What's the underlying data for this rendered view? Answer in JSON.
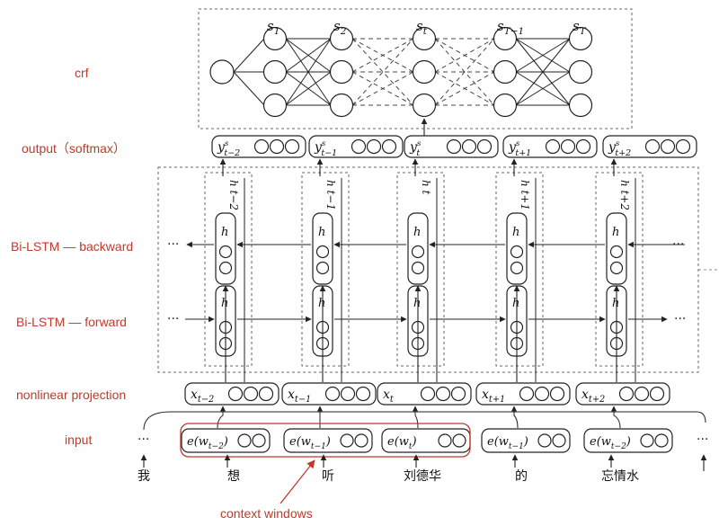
{
  "layers": {
    "crf": "crf",
    "output": "output（softmax）",
    "backward": "Bi-LSTM — backward",
    "forward": "Bi-LSTM — forward",
    "projection": "nonlinear projection",
    "input": "input"
  },
  "crf_states": [
    {
      "base": "s",
      "sub": "1"
    },
    {
      "base": "s",
      "sub": "2"
    },
    {
      "base": "s",
      "sub": "t"
    },
    {
      "base": "s",
      "sub": "T−1"
    },
    {
      "base": "s",
      "sub": "T"
    }
  ],
  "output_labels": [
    {
      "base": "y",
      "sup": "s",
      "sub": "t−2"
    },
    {
      "base": "y",
      "sup": "s",
      "sub": "t−1"
    },
    {
      "base": "y",
      "sup": "s",
      "sub": "t"
    },
    {
      "base": "y",
      "sup": "s",
      "sub": "t+1"
    },
    {
      "base": "y",
      "sup": "s",
      "sub": "t+2"
    }
  ],
  "hidden_labels": [
    "h t−2",
    "h t−1",
    "h t",
    "h t+1",
    "h t+2"
  ],
  "projection_labels": [
    {
      "base": "x",
      "sub": "t−2"
    },
    {
      "base": "x",
      "sub": "t−1"
    },
    {
      "base": "x",
      "sub": "t"
    },
    {
      "base": "x",
      "sub": "t+1"
    },
    {
      "base": "x",
      "sub": "t+2"
    }
  ],
  "embedding_labels": [
    {
      "pre": "e(w",
      "sub": "t−2",
      "post": ")"
    },
    {
      "pre": "e(w",
      "sub": "t−1",
      "post": ")"
    },
    {
      "pre": "e(w",
      "sub": "t",
      "post": ")"
    },
    {
      "pre": "e(w",
      "sub": "t−1",
      "post": ")"
    },
    {
      "pre": "e(w",
      "sub": "t−2",
      "post": ")"
    }
  ],
  "words": [
    "我",
    "想",
    "听",
    "刘德华",
    "的",
    "忘情水"
  ],
  "ellipsis": "···",
  "context_windows": "context windows",
  "colors": {
    "accent": "#c0392b",
    "line": "#222222",
    "dashed": "#555555"
  }
}
